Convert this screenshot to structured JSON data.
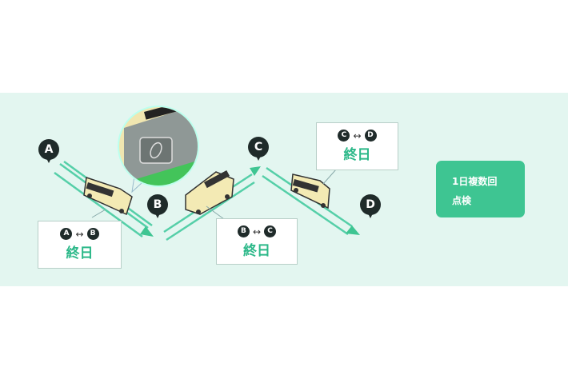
{
  "points": [
    "A",
    "B",
    "C",
    "D"
  ],
  "arrow": "↔",
  "segments": [
    {
      "from": "A",
      "to": "B",
      "time": "終日"
    },
    {
      "from": "B",
      "to": "C",
      "time": "終日"
    },
    {
      "from": "C",
      "to": "D",
      "time": "終日"
    }
  ],
  "inspection": {
    "line1": "1日複数回",
    "line2": "点検"
  },
  "colors": {
    "background": "#e3f6f0",
    "accent": "#3ec592",
    "pin": "#1f2b2a"
  }
}
